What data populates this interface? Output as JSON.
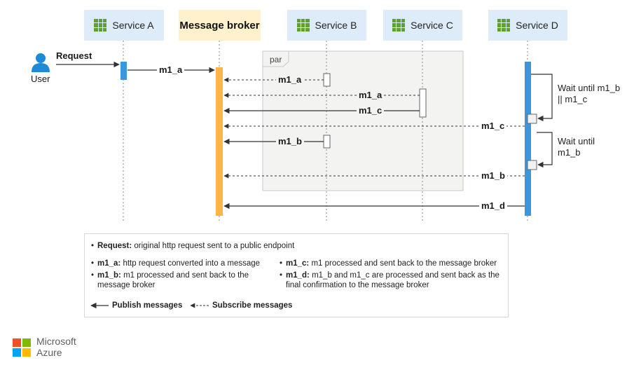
{
  "participants": {
    "service_a": "Service A",
    "broker": "Message broker",
    "service_b": "Service B",
    "service_c": "Service C",
    "service_d": "Service D"
  },
  "actor": {
    "label": "User",
    "request": "Request"
  },
  "fragment": {
    "label": "par"
  },
  "messages": {
    "m1a_a_to_broker": "m1_a",
    "m1a_to_b": "m1_a",
    "m1a_to_c": "m1_a",
    "m1c_from_c": "m1_c",
    "m1c_to_d": "m1_c",
    "m1b_from_b": "m1_b",
    "m1b_to_d": "m1_b",
    "m1d_from_d": "m1_d"
  },
  "notes": {
    "wait1": "Wait until m1_b || m1_c",
    "wait1_line1": "Wait until m1_b",
    "wait1_line2": "|| m1_c",
    "wait2_line1": "Wait until",
    "wait2_line2": "m1_b"
  },
  "legend": {
    "request_term": "Request:",
    "request_desc": "original http request sent to a public endpoint",
    "m1a_term": "m1_a:",
    "m1a_desc": "http request converted into a message",
    "m1b_term": "m1_b:",
    "m1b_desc_line1": "m1 processed and sent back to the",
    "m1b_desc_line2": "message broker",
    "m1c_term": "m1_c:",
    "m1c_desc": "m1 processed and sent back to the message broker",
    "m1d_term": "m1_d:",
    "m1d_desc_line1": "m1_b and m1_c are processed and sent back as the",
    "m1d_desc_line2": "final confirmation to the message broker",
    "publish": "Publish messages",
    "subscribe": "Subscribe messages"
  },
  "brand": {
    "line1": "Microsoft",
    "line2": "Azure"
  },
  "colors": {
    "service_box": "#deecf9",
    "broker_box": "#fff1cc",
    "broker_bar": "#ffb448",
    "service_bar": "#3a96dd",
    "icon_green": "#5ea032",
    "fragment_fill": "#f3f3f1"
  }
}
